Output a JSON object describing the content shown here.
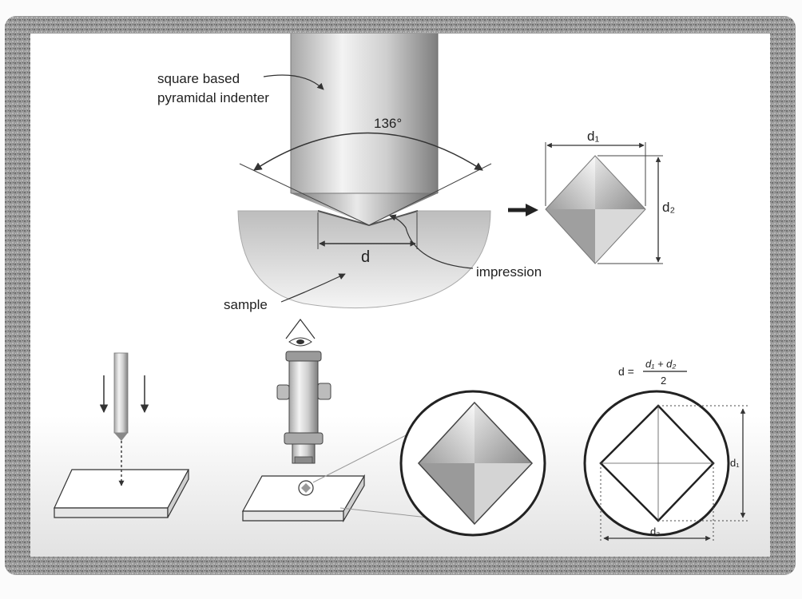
{
  "labels": {
    "indenter_line1": "square based",
    "indenter_line2": "pyramidal indenter",
    "angle": "136°",
    "d_width": "d",
    "impression": "impression",
    "sample": "sample",
    "d1_top": "d₁",
    "d2_side": "d₂",
    "formula_lhs": "d =",
    "formula_num": "d₁ + d₂",
    "formula_den": "2",
    "d1_right": "d₁",
    "d2_bottom": "d₂"
  },
  "colors": {
    "border": "#8c8c8c",
    "panel": "#ffffff",
    "ink": "#222222",
    "steel_dark": "#8d8d8d",
    "steel_light": "#f4f4f4",
    "sample_fill": "#cdcdcd"
  },
  "icons": [
    "eye-icon",
    "down-arrow-icon",
    "right-arrow-icon"
  ]
}
